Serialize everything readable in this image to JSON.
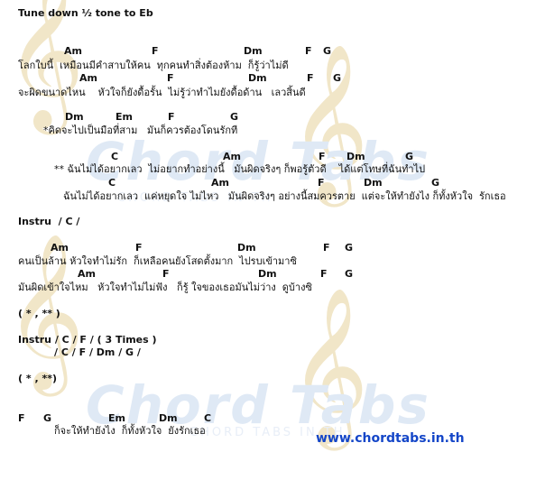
{
  "header": "Tune down ½ tone to Eb",
  "blocks": [
    {
      "chords": [
        "Am",
        "F",
        "Dm",
        "F",
        "G"
      ],
      "lyric": "โลกใบนี้  เหมือนมีคำสาบให้คน  ทุกคนทำสิ่งต้องห้าม  ก็รู้ว่าไม่ดี"
    },
    {
      "chords": [
        "Am",
        "F",
        "Dm",
        "F",
        "G"
      ],
      "lyric": "จะผิดขนาดไหน    หัวใจก็ยังดื้อรั้น  ไม่รู้ว่าทำไมยังดื้อด้าน   เลวสิ้นดี"
    },
    {
      "chords": [
        "Dm",
        "Em",
        "F",
        "G"
      ],
      "lyric": "*คิดจะไปเป็นมือที่สาม   มันก็ควรต้องโดนรักที"
    },
    {
      "chords": [
        "C",
        "Am",
        "F",
        "Dm",
        "G"
      ],
      "lyric": "** ฉันไม่ได้อยากเลว  ไม่อยากทำอย่างนี้   มันผิดจริงๆ ก็พอรู้ตัวดี    ได้แต่โทษที่ฉันทำไป"
    },
    {
      "chords": [
        "C",
        "Am",
        "F",
        "Dm",
        "G"
      ],
      "lyric": "ฉันไม่ได้อยากเลว  แค่หยุดใจ ไม่ไหว   มันผิดจริงๆ อย่างนี้สมควรตาย  แต่จะให้ทำยังไง ก็ทั้งหัวใจ  รักเธอ"
    },
    {
      "chords": [
        "Am",
        "F",
        "Dm",
        "F",
        "G"
      ],
      "lyric": "คนเป็นล้าน หัวใจทำไม่รัก  ก็เหลือคนยังโสดตั้งมาก  ไปรบเข้ามาซิ"
    },
    {
      "chords": [
        "Am",
        "F",
        "Dm",
        "F",
        "G"
      ],
      "lyric": "มันผิดเข้าใจไหม   หัวใจทำไม่ไม่ฟัง   ก็รู้ ใจของเธอมันไม่ว่าง  ดูบ้างซิ"
    },
    {
      "chords": [
        "F",
        "G",
        "Em",
        "Dm",
        "C"
      ],
      "lyric": "ก็จะให้ทำยังไง  ก็ทั้งหัวใจ  ยังรักเธอ"
    }
  ],
  "instru1": "Instru  / C /",
  "repeat1": "( * , ** )",
  "instru2": "Instru / C / F / ( 3 Times )",
  "instru2b": "/ C / F / Dm / G /",
  "repeat2": "( * , **)",
  "site": "www.chordtabs.in.th",
  "watermark": {
    "brand": "Chord Tabs",
    "sub": "CHORD TABS IN TH"
  }
}
